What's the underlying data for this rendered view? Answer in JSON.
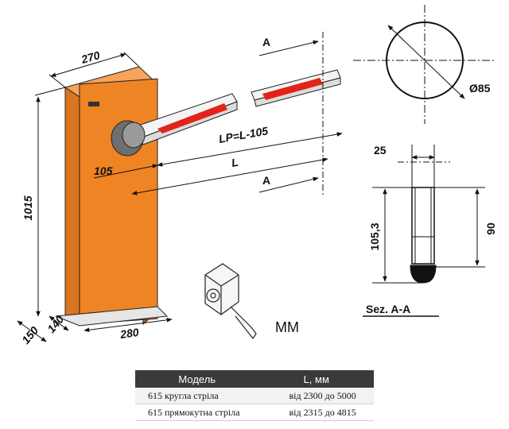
{
  "dimensions": {
    "box_width": "270",
    "height": "1015",
    "base_depth_1": "140",
    "base_depth_2": "150",
    "base_width": "280",
    "pivot_offset": "105",
    "length_l": "L",
    "length_lp": "LP=L-105",
    "diameter": "Ø85",
    "section_width": "25",
    "section_height_outer": "105,3",
    "section_height_inner": "90"
  },
  "section": {
    "mark_top": "A",
    "mark_bottom": "A",
    "title": "Sez. A-A"
  },
  "accessory": {
    "label": "MM"
  },
  "colors": {
    "post": "#ef8424",
    "post_dark": "#c8641a",
    "stripe": "#e2231a"
  },
  "table": {
    "headers": [
      "Модель",
      "L, мм"
    ],
    "rows": [
      [
        "615 кругла стріла",
        "від 2300 до 5000"
      ],
      [
        "615 прямокутна стріла",
        "від 2315 до 4815"
      ]
    ]
  }
}
